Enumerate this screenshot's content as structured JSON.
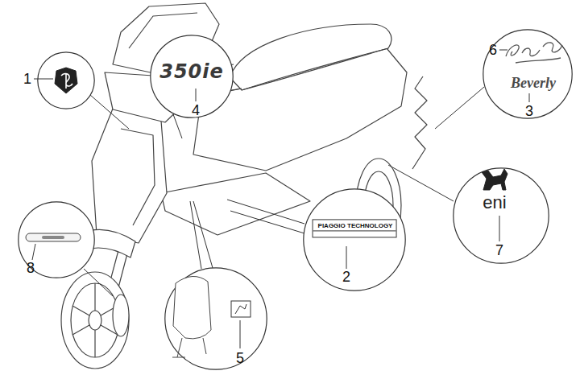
{
  "diagram": {
    "nodes": [
      {
        "text": [
          "1"
        ]
      },
      {
        "text": [
          "350ie",
          "4"
        ]
      },
      {
        "text": [
          "6",
          "Beverly",
          "3"
        ]
      },
      {
        "text": [
          "8"
        ]
      },
      {
        "text": [
          "5"
        ]
      },
      {
        "text": [
          "PIAGGIO TECHNOLOGY",
          "2"
        ]
      },
      {
        "text": [
          "eni",
          "7"
        ]
      }
    ]
  }
}
